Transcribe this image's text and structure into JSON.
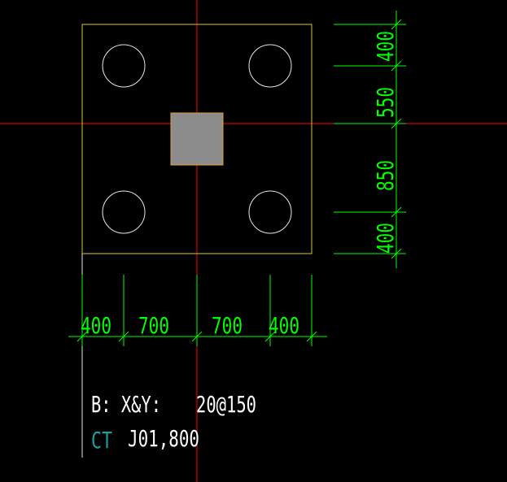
{
  "colors": {
    "background": "#000000",
    "axis": "#ff0000",
    "outline": "#d8c83a",
    "pile": "#e6e6e6",
    "column_fill": "#8c8c8c",
    "column_stroke": "#d8a23a",
    "dimension": "#00ff00",
    "leader": "#e6e6e6",
    "note_text": "#ffffff",
    "note_tag": "#1aa0a0"
  },
  "dimensions": {
    "bottom": [
      "400",
      "700",
      "700",
      "400"
    ],
    "right": [
      "400",
      "550",
      "850",
      "400"
    ]
  },
  "notes": {
    "reinforcement_label": "B: X&Y:",
    "reinforcement_value": "20@150",
    "tag": "CT",
    "cap_name": "J01,800"
  }
}
